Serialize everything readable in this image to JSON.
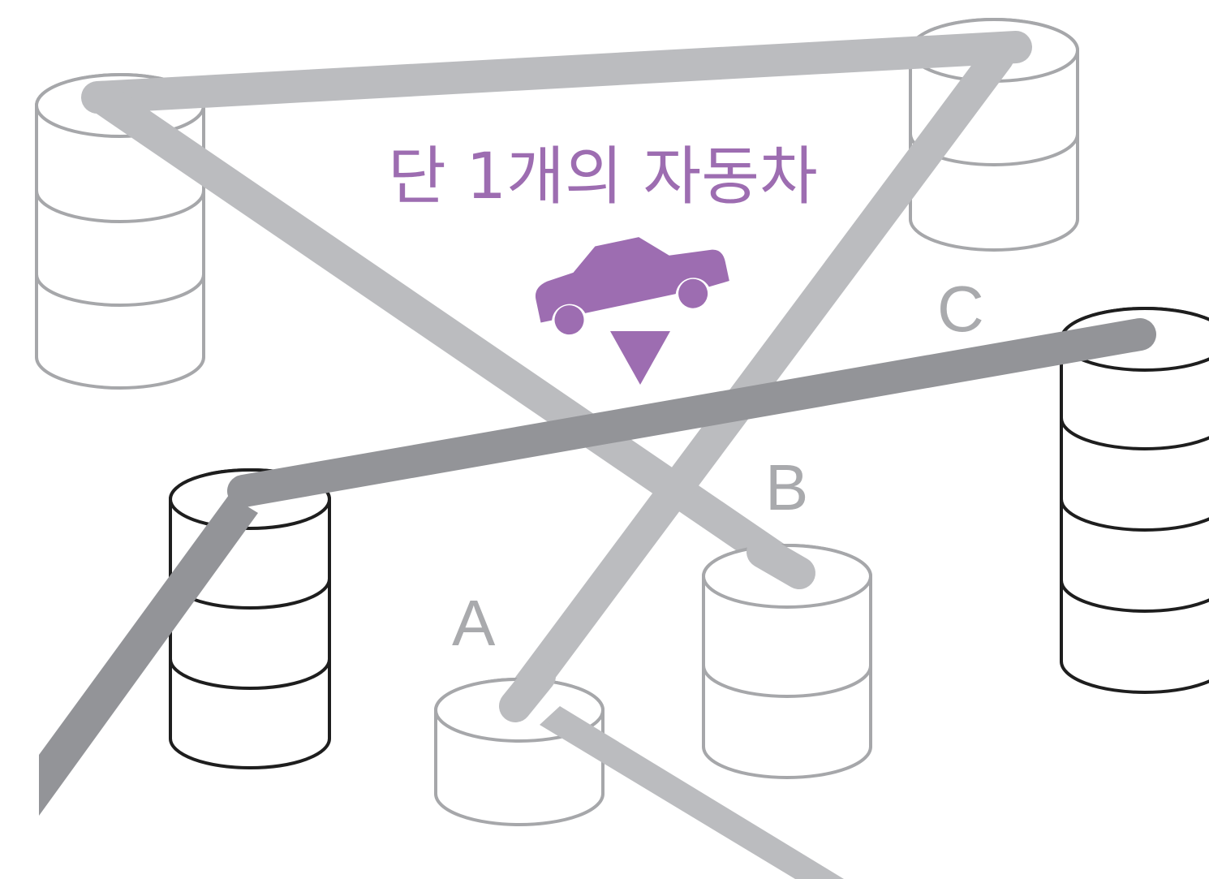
{
  "title": "단 1개의 자동차",
  "labels": {
    "a": "A",
    "b": "B",
    "c": "C"
  },
  "colors": {
    "accent": "#9d6db1",
    "road_light": "#bbbcbf",
    "road_dark": "#939498",
    "pillar_light": "#a6a7aa",
    "pillar_dark": "#1e1e1e"
  },
  "icons": {
    "car": "car-icon",
    "marker": "down-triangle-marker-icon"
  }
}
